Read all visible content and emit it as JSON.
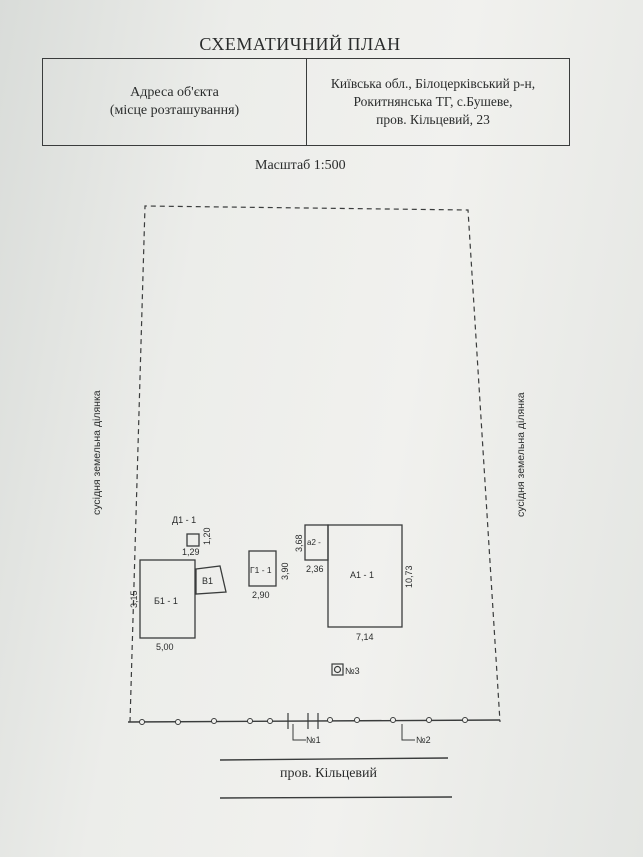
{
  "header": {
    "title": "СХЕМАТИЧНИЙ ПЛАН"
  },
  "address": {
    "label_line1": "Адреса об'єкта",
    "label_line2": "(місце розташування)",
    "value_line1": "Київська обл., Білоцерківський р-н,",
    "value_line2": "Рокитнянська ТГ,   с.Бушеве,",
    "value_line3": "пров. Кільцевий, 23"
  },
  "scale": "Масштаб 1:500",
  "neighbors": {
    "left": "сусідня земельна ділянка",
    "right": "сусідня земельна ділянка"
  },
  "buildings": {
    "a1": {
      "label": "А1 - 1",
      "width": "7,14",
      "height": "10,73"
    },
    "a2": {
      "label": "а2 -",
      "width": "2,36",
      "height": "3,68"
    },
    "b1": {
      "label": "Б1 - 1",
      "width": "5,00",
      "height": "3,15"
    },
    "v1": {
      "label": "В1"
    },
    "g1": {
      "label": "Г1 - 1",
      "width": "2,90",
      "height": "3,90"
    },
    "d1": {
      "label": "Д1 - 1",
      "width": "1,29",
      "height": "1,20"
    }
  },
  "points": {
    "n1": "№1",
    "n2": "№2",
    "n3": "№3"
  },
  "street": "пров. Кільцевий",
  "colors": {
    "ink": "#2a2c2c",
    "paper": "#ecedea"
  }
}
